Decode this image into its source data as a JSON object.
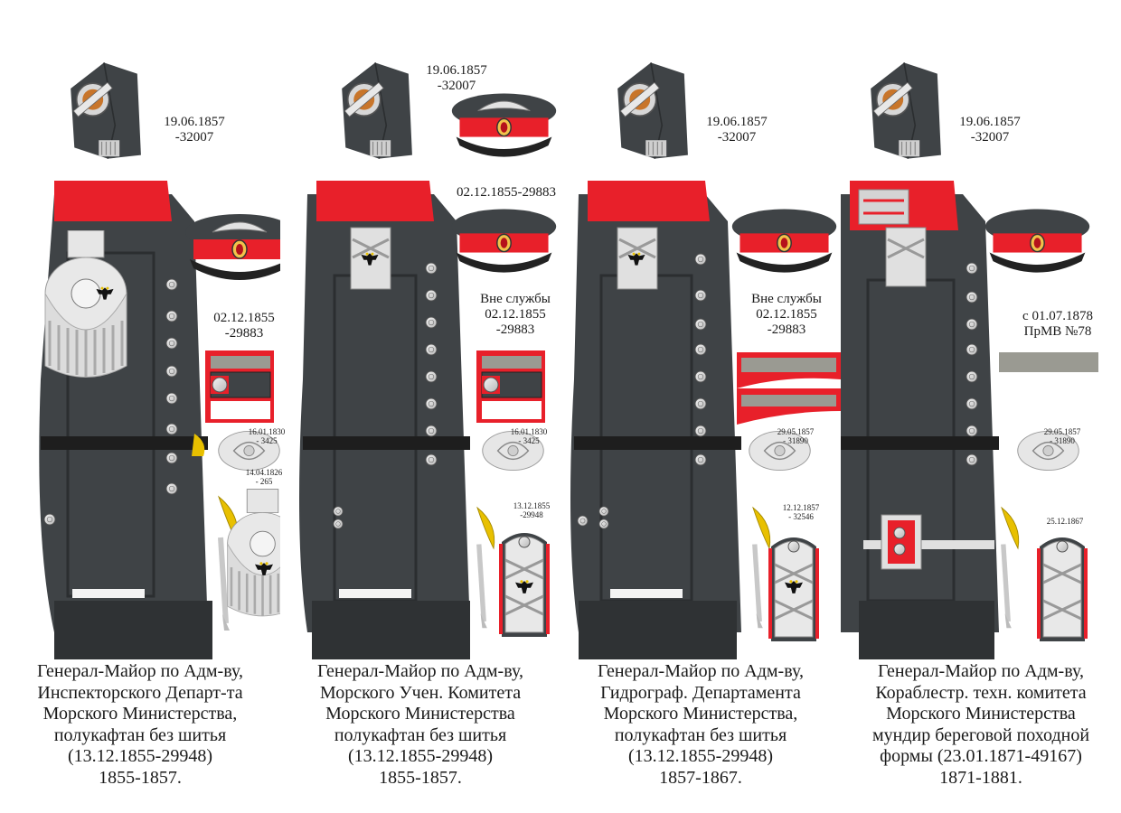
{
  "colors": {
    "cloth": "#3f4346",
    "cloth_dark": "#2b2e30",
    "collar": "#e8202a",
    "silver": "#d8d8d8",
    "gold": "#e8c000",
    "belt": "#1e1e1e"
  },
  "panels": [
    {
      "bicorne_date": [
        "19.06.1857",
        "-32007"
      ],
      "cap_date": [
        "02.12.1855",
        "-29883"
      ],
      "offduty_label": "",
      "button_date": [
        "16.01.1830",
        "- 3425"
      ],
      "shoulder_date": [
        "14.04.1826",
        "- 265"
      ],
      "caption": [
        "Генерал-Майор по Адм-ву,",
        "Инспекторского Департ-та",
        "Морского Министерства,",
        "полукафтан без шитья",
        "(13.12.1855-29948)",
        "1855-1857."
      ]
    },
    {
      "bicorne_date": [
        "19.06.1857",
        "-32007"
      ],
      "cap_date": [
        "02.12.1855-29883"
      ],
      "offduty_label": "Вне службы",
      "cap2_date": [
        "02.12.1855",
        "-29883"
      ],
      "button_date": [
        "16.01.1830",
        "- 3425"
      ],
      "shoulder_date": [
        "13.12.1855",
        "-29948"
      ],
      "caption": [
        "Генерал-Майор по Адм-ву,",
        "Морского Учен. Комитета",
        "Морского Министерства",
        "полукафтан без шитья",
        "(13.12.1855-29948)",
        "1855-1857."
      ]
    },
    {
      "bicorne_date": [
        "19.06.1857",
        "-32007"
      ],
      "offduty_label": "Вне службы",
      "cap_date": [
        "02.12.1855",
        "-29883"
      ],
      "button_date": [
        "29.05.1857",
        "- 31890"
      ],
      "shoulder_date": [
        "12.12.1857",
        "- 32546"
      ],
      "caption": [
        "Генерал-Майор по Адм-ву,",
        "Гидрограф. Департамента",
        "Морского Министерства,",
        "полукафтан без шитья",
        "(13.12.1855-29948)",
        "1857-1867."
      ]
    },
    {
      "bicorne_date": [
        "19.06.1857",
        "-32007"
      ],
      "cap_date": [
        "с 01.07.1878",
        "ПрМВ №78"
      ],
      "button_date": [
        "29.05.1857",
        "- 31890"
      ],
      "shoulder_date": [
        "25.12.1867"
      ],
      "caption": [
        "Генерал-Майор по Адм-ву,",
        "Кораблестр. техн. комитета",
        "Морского Министерства",
        "мундир береговой походной",
        "формы (23.01.1871-49167)",
        "1871-1881."
      ]
    }
  ]
}
